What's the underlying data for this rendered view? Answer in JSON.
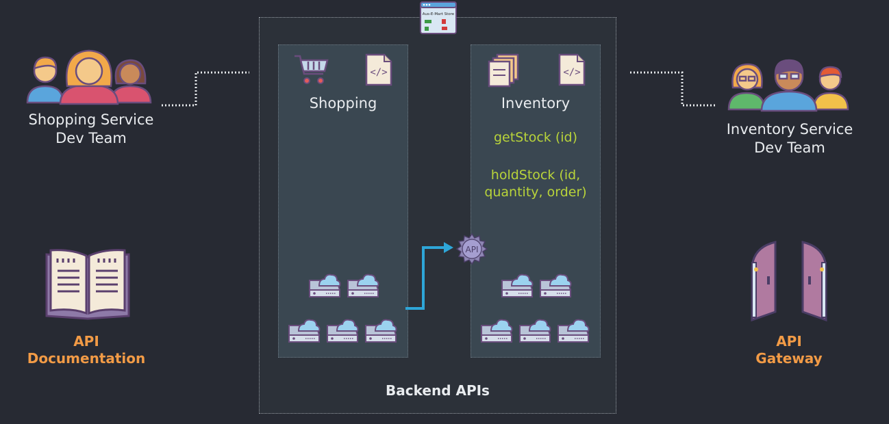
{
  "store": {
    "title": "Aus-E-Mart Store"
  },
  "left_team": {
    "line1": "Shopping Service",
    "line2": "Dev Team"
  },
  "right_team": {
    "line1": "Inventory Service",
    "line2": "Dev Team"
  },
  "backend": {
    "label": "Backend APIs"
  },
  "shopping": {
    "title": "Shopping"
  },
  "inventory": {
    "title": "Inventory",
    "method1": "getStock (id)",
    "method2_line1": "holdStock (id,",
    "method2_line2": "quantity, order)"
  },
  "api_badge": {
    "text": "API"
  },
  "api_docs": {
    "line1": "API",
    "line2": "Documentation"
  },
  "api_gateway": {
    "line1": "API",
    "line2": "Gateway"
  },
  "colors": {
    "background": "#272a33",
    "panel": "#3a4751",
    "method_green": "#b9d43a",
    "accent_orange": "#f29b46",
    "arrow_blue": "#2ea6d8",
    "icon_purple": "#6a4d7d"
  }
}
